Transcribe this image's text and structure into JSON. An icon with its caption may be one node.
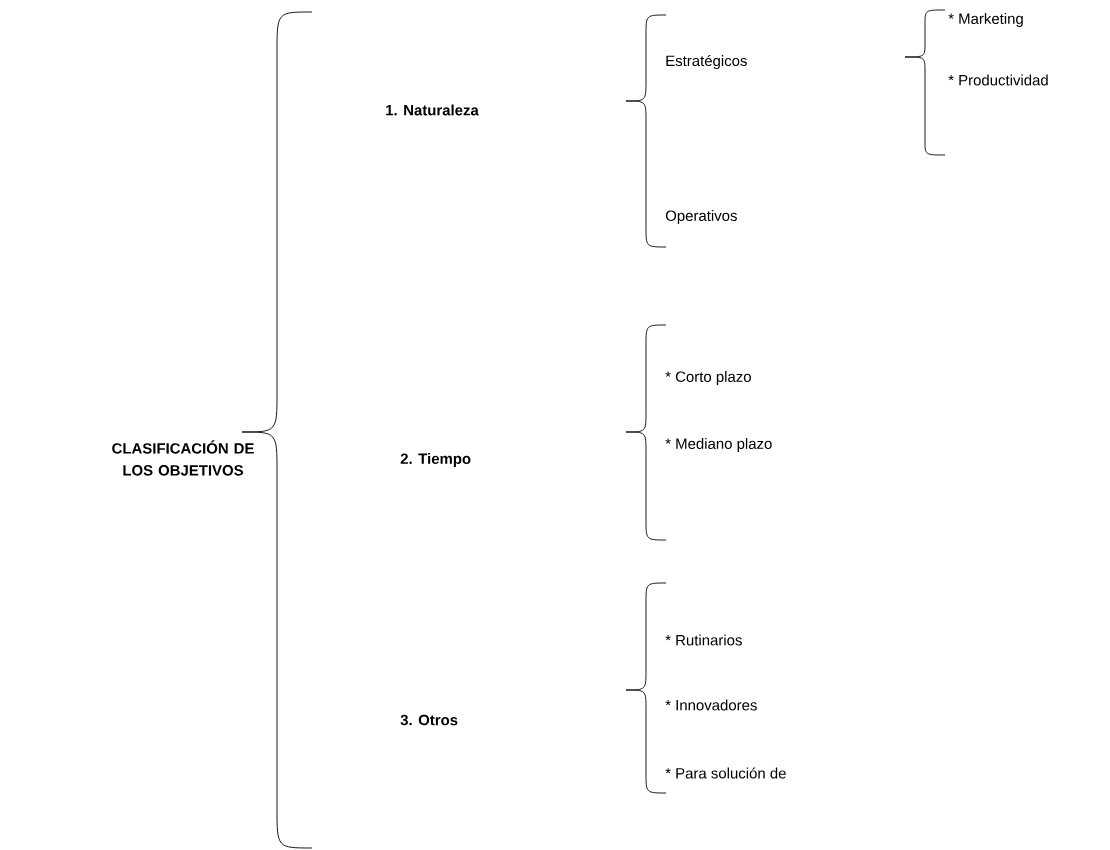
{
  "diagram": {
    "labels": [
      "CLASIFICACIÓN DE LOS OBJETIVOS",
      "1. Naturaleza",
      "Estratégicos",
      "* Marketing",
      "* Productividad",
      "Operativos",
      "2. Tiempo",
      "* Corto plazo",
      "* Mediano plazo",
      "3. Otros",
      "* Rutinarios",
      "* Innovadores",
      "* Para solución de"
    ]
  }
}
